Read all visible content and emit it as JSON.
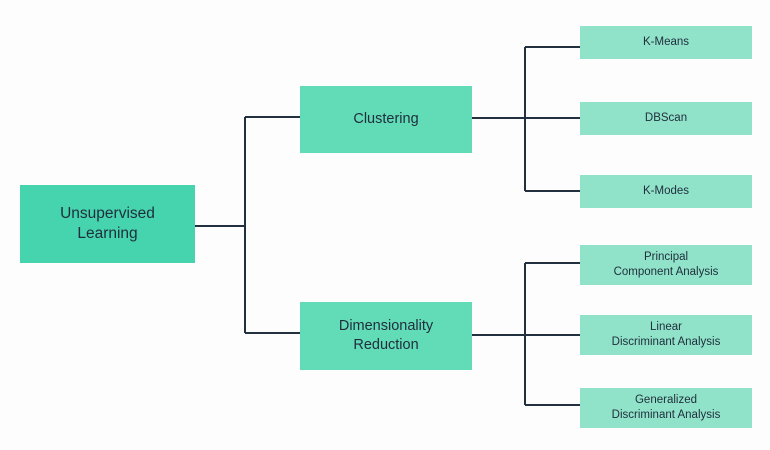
{
  "diagram": {
    "title": "Unsupervised Learning taxonomy",
    "type": "tree",
    "background_color": "#fdfdfd",
    "line_color": "#22303f",
    "text_color": "#1f2d3d",
    "colors": {
      "root": "#45d4ad",
      "branch": "#62dcb6",
      "leaf": "#90e3c8"
    },
    "root": {
      "label": "Unsupervised\nLearning"
    },
    "branches": [
      {
        "label": "Clustering",
        "children": [
          {
            "label": "K-Means"
          },
          {
            "label": "DBScan"
          },
          {
            "label": "K-Modes"
          }
        ]
      },
      {
        "label": "Dimensionality\nReduction",
        "children": [
          {
            "label": "Principal\nComponent Analysis"
          },
          {
            "label": "Linear\nDiscriminant Analysis"
          },
          {
            "label": "Generalized\nDiscriminant Analysis"
          }
        ]
      }
    ]
  }
}
